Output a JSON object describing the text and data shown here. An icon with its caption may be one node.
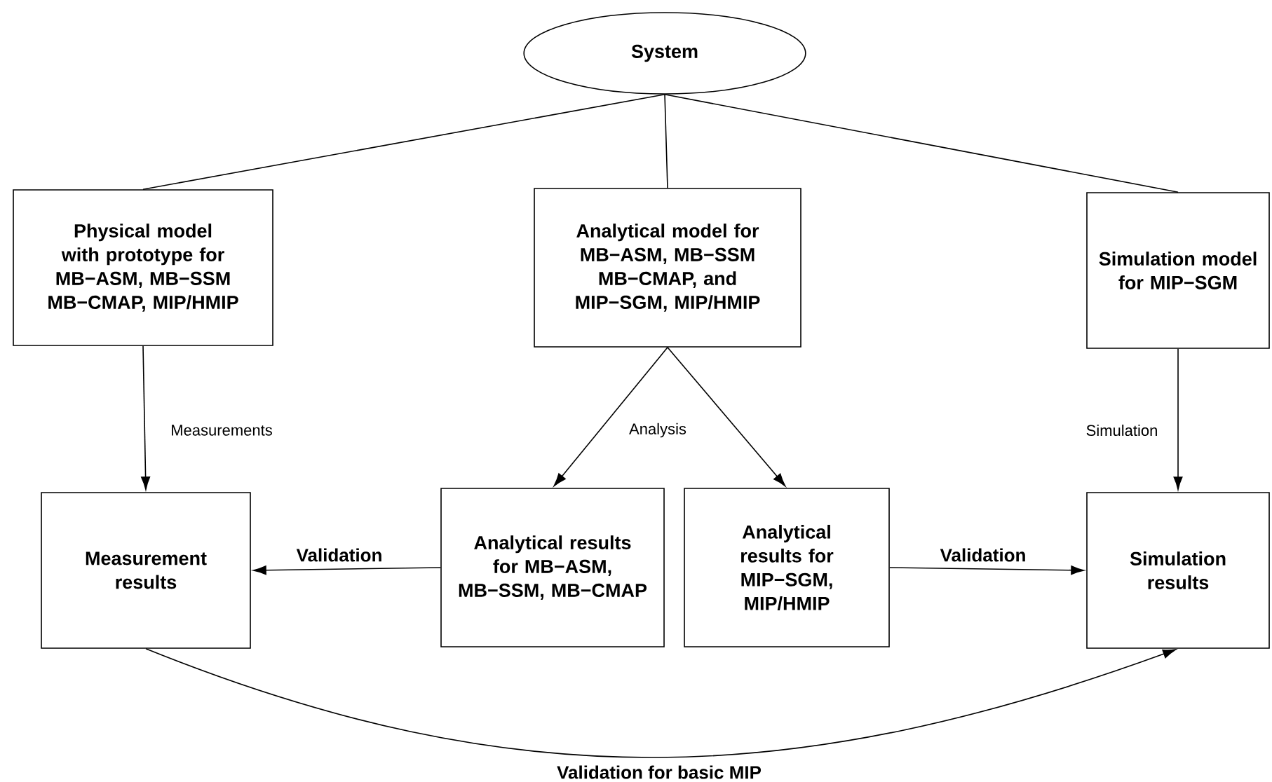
{
  "diagram": {
    "nodes": [
      {
        "text": [
          "System"
        ]
      },
      {
        "text": [
          "Physical model with prototype for MB−ASM, MB−SSM MB−CMAP, MIP/HMIP"
        ]
      },
      {
        "text": [
          "Analytical model for MB−ASM, MB−SSM MB−CMAP, and MIP−SGM, MIP/HMIP"
        ]
      },
      {
        "text": [
          "Simulation model for MIP−SGM"
        ]
      },
      {
        "text": [
          "Measurement results"
        ]
      },
      {
        "text": [
          "Analytical results for MB−ASM, MB−SSM, MB−CMAP"
        ]
      },
      {
        "text": [
          "Analytical results for MIP−SGM, MIP/HMIP"
        ]
      },
      {
        "text": [
          "Simulation results"
        ]
      }
    ],
    "edges": [
      {
        "from": 0,
        "to": 1,
        "arrow": "none"
      },
      {
        "from": 0,
        "to": 2,
        "arrow": "none"
      },
      {
        "from": 0,
        "to": 3,
        "arrow": "none"
      },
      {
        "from": 1,
        "to": 4,
        "arrow": "to",
        "label": "Measurements"
      },
      {
        "from": 2,
        "to": 5,
        "arrow": "to",
        "label": "Analysis"
      },
      {
        "from": 2,
        "to": 6,
        "arrow": "to"
      },
      {
        "from": 3,
        "to": 7,
        "arrow": "to",
        "label": "Simulation"
      },
      {
        "from": 5,
        "to": 4,
        "arrow": "to",
        "label": "Validation"
      },
      {
        "from": 6,
        "to": 7,
        "arrow": "to",
        "label": "Validation"
      },
      {
        "from": 4,
        "to": 7,
        "arrow": "to",
        "label": "Validation for basic MIP"
      }
    ]
  }
}
